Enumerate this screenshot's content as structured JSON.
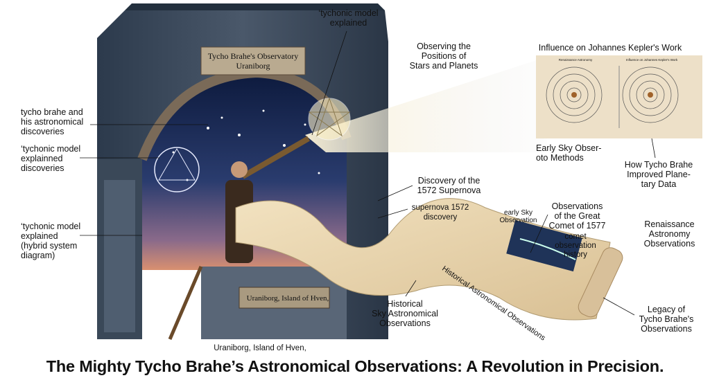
{
  "title": "The Mighty Tycho Brahe’s Astronomical Observations: A Revolution in Precision.",
  "observatory_sign": "Tycho Brahe's Observatory\nUraniborg",
  "pedestal_plaque": "Uraniborg, Island of Hven,",
  "labels": {
    "tychonic_top": "‘tychonic model\nexplained",
    "observing_positions": "Observing the\nPositions of\nStars and Planets",
    "tycho_discoveries": "tycho brahe and\nhis astronomical\ndiscoveries",
    "tychonic_discoveries": "‘tychonic model\nexplainned\ndiscoveries",
    "tychonic_hybrid": "‘tychonic model\nexplained\n(hybrid system\ndiagram)",
    "supernova_discovery": "Discovery of the\n1572 Supernova",
    "supernova_1572": "supernova 1572\ndiscovery",
    "early_sky_observation": "early Sky\nObservation",
    "great_comet": "Observations\nof the Great\nComet of 1577",
    "comet_history": "comet\nobservation\nhistory",
    "renaissance": "Renaissance\nAstronomy\nObservations",
    "historical_sky": "Historical\nSky Astronomical\nObservations",
    "scroll_text": "Historical Astronomical Observations",
    "legacy": "Legacy of\nTycho Brahe's\nObservations",
    "uraniborg_caption": "Uraniborg, Island of Hven,",
    "early_methods": "Early Sky Obser-\noto Methods",
    "improved_data": "How Tycho Brahe\nImproved Plane-\ntary Data"
  },
  "panel": {
    "heading": "Influence on Johannes Kepler's Work",
    "left_title": "Renaissance Astronomy",
    "right_title": "Influence on Johannes Kepler's Work"
  }
}
